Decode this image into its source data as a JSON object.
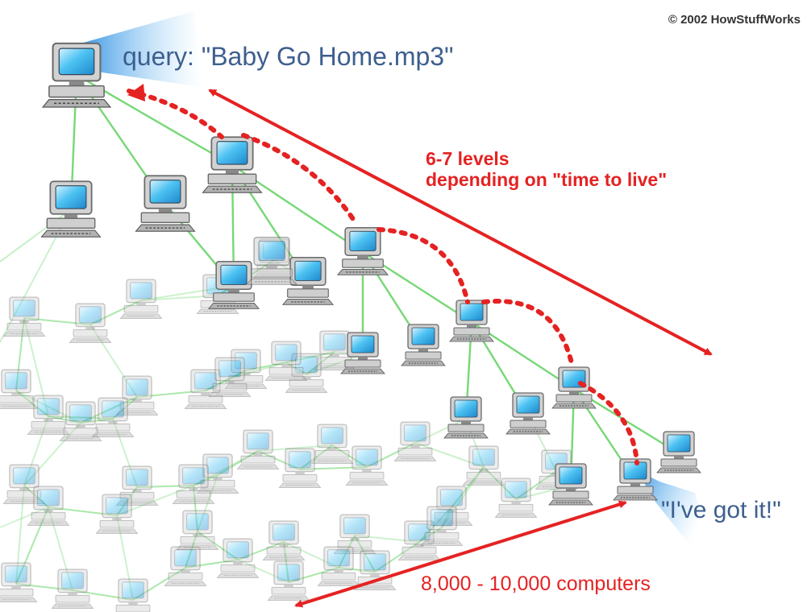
{
  "copyright": "© 2002 HowStuffWorks",
  "query_label": "query: \"Baby Go Home.mp3\"",
  "levels_line1": "6-7 levels",
  "levels_line2": "depending on \"time to live\"",
  "found_label": "\"I've got it!\"",
  "network_size_label": "8,000 - 10,000 computers",
  "colors": {
    "query_text": "#3d5f8e",
    "found_text": "#3d5f8e",
    "annotation_red": "#e52222",
    "link_green": "#6fd66f",
    "callout_blue": "#4aa8e8",
    "screen_blue": "#38b4ea",
    "copyright": "#333333"
  },
  "icons": {
    "computer": "desktop-computer-icon"
  }
}
